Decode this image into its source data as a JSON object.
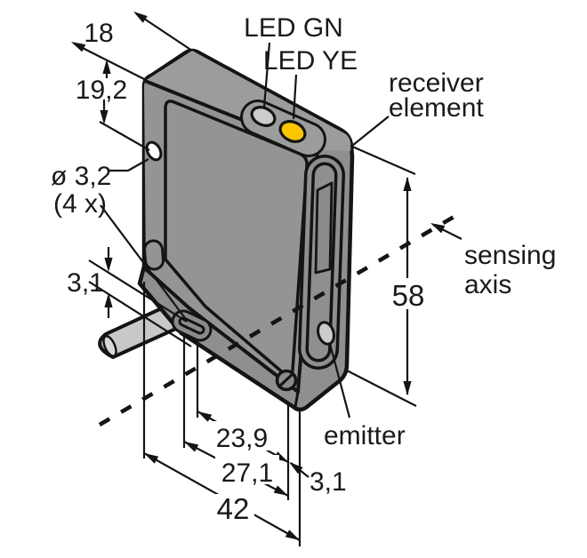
{
  "drawing": {
    "title": "Photoelectric sensor dimensional drawing",
    "labels": {
      "led_green": "LED GN",
      "led_yellow": "LED YE",
      "receiver_line1": "receiver",
      "receiver_line2": "element",
      "sensing_line1": "sensing",
      "sensing_line2": "axis",
      "emitter": "emitter"
    },
    "dimensions": {
      "top_width": "18",
      "hole_offset": "19,2",
      "hole_diameter": "ø 3,2",
      "hole_count": "(4 x)",
      "chamfer_offset": "3,1",
      "slot_near": "23,9",
      "slot_far": "27,1",
      "overall_width": "42",
      "edge_offset": "3,1",
      "overall_height": "58"
    },
    "colors": {
      "outline": "#141414",
      "body_main": "#949494",
      "body_top": "#9c9c9c",
      "body_front": "#8f8f8f",
      "body_band": "#8a8a8a",
      "window": "#8b8b8b",
      "cable": "#c8c8c8",
      "cable_end": "#d8d8d8",
      "led_green_lens": "#cccccc",
      "led_yellow_lens": "#fdc500",
      "emitter_lens": "#cbcbcb",
      "hole": "#ffffff"
    }
  }
}
